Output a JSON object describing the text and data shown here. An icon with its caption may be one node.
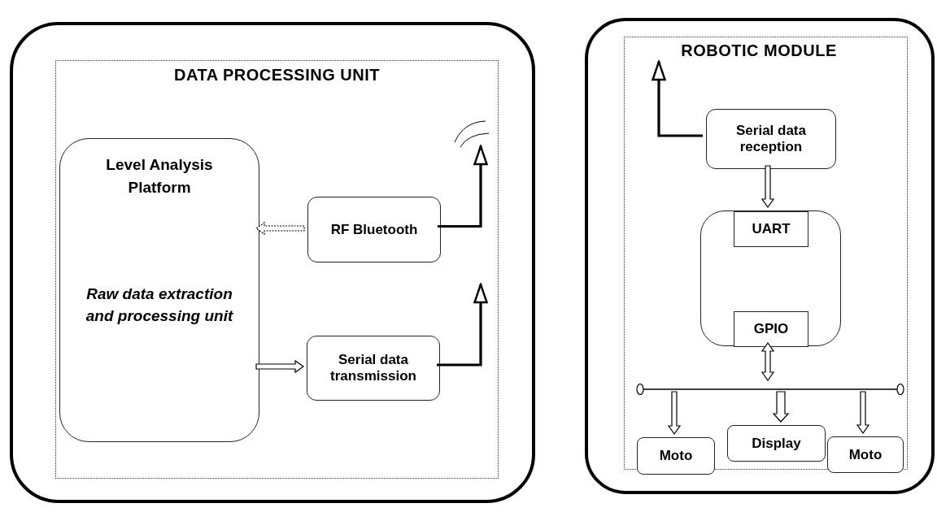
{
  "diagram": {
    "nodes": [
      {
        "text": [
          "DATA PROCESSING UNIT"
        ]
      },
      {
        "text": [
          "Level Analysis Platform",
          "Raw data extraction and processing unit"
        ],
        "in": 0
      },
      {
        "text": [
          "RF Bluetooth"
        ],
        "in": 0
      },
      {
        "text": [
          "Serial data transmission"
        ],
        "in": 0
      },
      {
        "text": [
          "ROBOTIC MODULE"
        ]
      },
      {
        "text": [
          "Serial data reception"
        ],
        "in": 4
      },
      {
        "text": [],
        "shape": "box",
        "in": 4
      },
      {
        "text": [
          "UART"
        ],
        "in": 6
      },
      {
        "text": [
          "GPIO"
        ],
        "in": 6
      },
      {
        "text": [],
        "shape": "bar",
        "in": 4
      },
      {
        "text": [
          "Moto"
        ],
        "in": 4
      },
      {
        "text": [
          "Display"
        ],
        "in": 4
      },
      {
        "text": [
          "Moto"
        ],
        "in": 4
      }
    ],
    "edges": [
      {
        "from": 2,
        "to": 1,
        "arrow": "to",
        "style": "dashed"
      },
      {
        "from": 1,
        "to": 3,
        "arrow": "to"
      },
      {
        "from": 2,
        "to": null,
        "arrow": "to"
      },
      {
        "from": 3,
        "to": null,
        "arrow": "to"
      },
      {
        "from": 5,
        "to": null,
        "arrow": "to"
      },
      {
        "from": 5,
        "to": 7,
        "arrow": "to"
      },
      {
        "from": 8,
        "to": 9,
        "arrow": "both"
      },
      {
        "from": 9,
        "to": 10,
        "arrow": "to"
      },
      {
        "from": 9,
        "to": 11,
        "arrow": "to"
      },
      {
        "from": 9,
        "to": 12,
        "arrow": "to"
      }
    ]
  }
}
